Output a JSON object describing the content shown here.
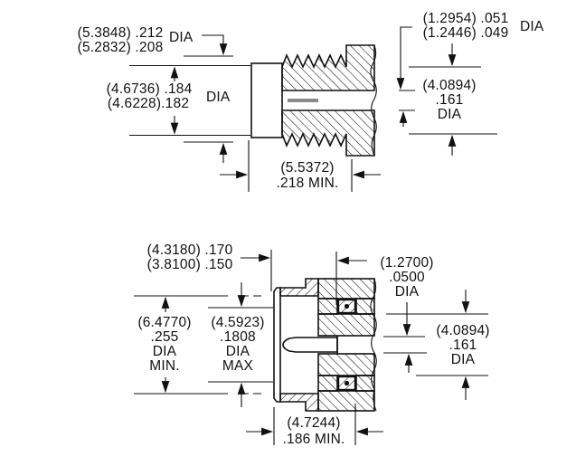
{
  "drawing": {
    "type": "connector cross-section dimension drawing",
    "colors": {
      "line": "#111111",
      "background": "#ffffff",
      "slot_gray": "#8a8a8a"
    },
    "top_view": {
      "dims": {
        "thread_od": {
          "line1": "(5.3848) .212",
          "line2": "(5.2832) .208",
          "suffix": "DIA"
        },
        "face_od": {
          "line1": "(4.6736) .184",
          "line2": "(4.6228).182",
          "suffix": "DIA"
        },
        "slot_dia": {
          "line1": "(1.2954) .051",
          "line2": "(1.2446) .049",
          "suffix": "DIA"
        },
        "bore_dia": {
          "line1": "(4.0894)",
          "line2": ".161",
          "line3": "DIA"
        },
        "depth_min": {
          "line1": "(5.5372)",
          "line2": ".218 MIN."
        }
      }
    },
    "bottom_view": {
      "dims": {
        "recess_depth": {
          "line1": "(4.3180) .170",
          "line2": "(3.8100) .150"
        },
        "pin_dia": {
          "line1": "(1.2700)",
          "line2": ".0500",
          "line3": "DIA"
        },
        "insulator_dia": {
          "line1": "(4.0894)",
          "line2": ".161",
          "line3": "DIA"
        },
        "inner_dia_min": {
          "line1": "(6.4770)",
          "line2": ".255",
          "line3": "DIA",
          "line4": "MIN."
        },
        "shroud_dia_max": {
          "line1": "(4.5923)",
          "line2": ".1808",
          "line3": "DIA",
          "line4": "MAX"
        },
        "depth_min": {
          "line1": "(4.7244)",
          "line2": ".186 MIN."
        }
      }
    }
  }
}
